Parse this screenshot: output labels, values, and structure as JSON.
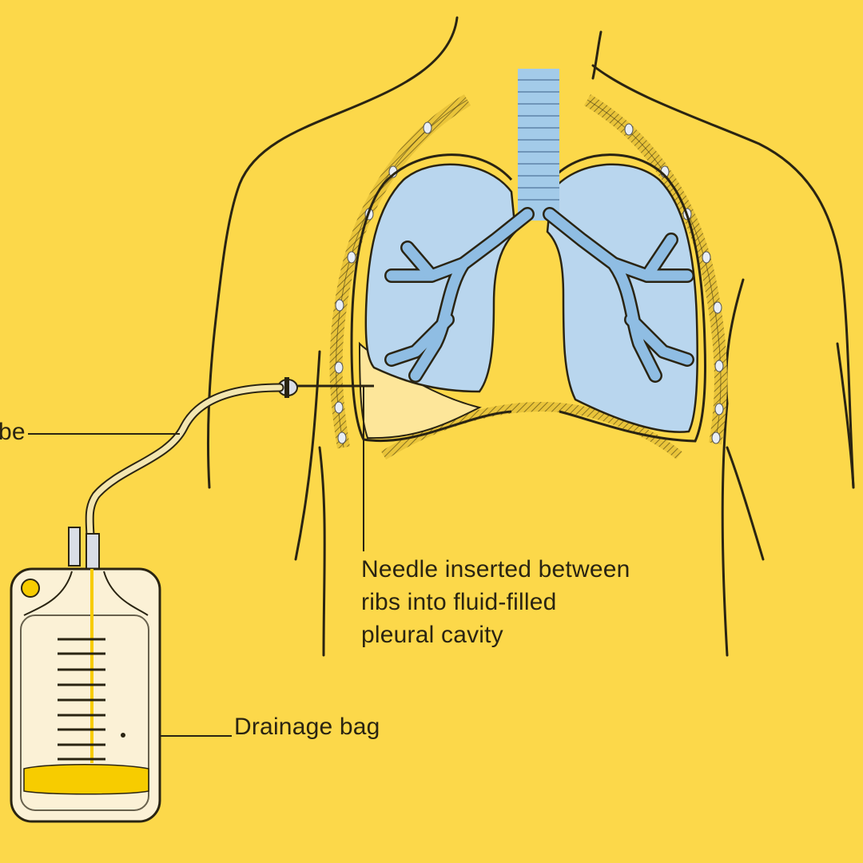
{
  "diagram": {
    "type": "medical-illustration",
    "subject": "thoracentesis / pleural drainage",
    "background_color": "#fcd84a",
    "colors": {
      "outline": "#2a2412",
      "lung_fill": "#b9d6ee",
      "airway_fill": "#a3cbe9",
      "pleural_fluid": "#fde69a",
      "bag_fill": "#fbf1d6",
      "drained_fluid": "#f7cc00"
    }
  },
  "labels": {
    "tube": "be",
    "needle": {
      "lines": [
        "Needle inserted between",
        "ribs into fluid-filled",
        "pleural cavity"
      ]
    },
    "drainage_bag": "Drainage bag"
  },
  "parts": [
    {
      "id": "torso-outline",
      "name": "Body outline"
    },
    {
      "id": "trachea",
      "name": "Trachea"
    },
    {
      "id": "left-lung",
      "name": "Lung (right side of image)"
    },
    {
      "id": "right-lung",
      "name": "Lung (left side of image) with pleural effusion"
    },
    {
      "id": "ribs",
      "name": "Ribs"
    },
    {
      "id": "needle",
      "name": "Needle"
    },
    {
      "id": "drainage-tube",
      "name": "Drainage tube"
    },
    {
      "id": "drainage-bag",
      "name": "Drainage bag"
    }
  ]
}
